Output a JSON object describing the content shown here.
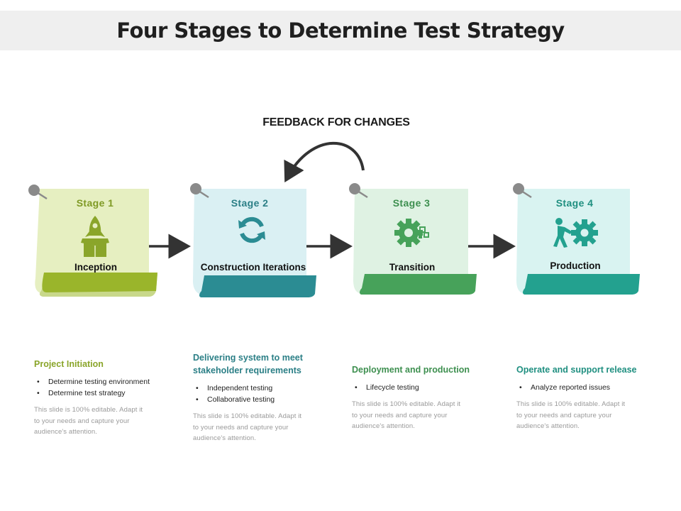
{
  "title": "Four Stages to Determine Test Strategy",
  "feedback_label": "FEEDBACK FOR CHANGES",
  "colors": {
    "title_bg": "#efefef",
    "arrow": "#333333",
    "pin": "#8a8a8a"
  },
  "stages": [
    {
      "label": "Stage 1",
      "name": "Inception",
      "icon": "rocket-box-icon",
      "card_color": "#e6efc1",
      "band_color": "#9ab52b",
      "label_color": "#7f9a25"
    },
    {
      "label": "Stage 2",
      "name": "Construction Iterations",
      "icon": "refresh-icon",
      "card_color": "#daf0f3",
      "band_color": "#2b8c93",
      "label_color": "#2b7f86"
    },
    {
      "label": "Stage 3",
      "name": "Transition",
      "icon": "gear-transition-icon",
      "card_color": "#dff2e3",
      "band_color": "#47a25a",
      "label_color": "#3d8f4f"
    },
    {
      "label": "Stage 4",
      "name": "Production",
      "icon": "person-pushing-gear-icon",
      "card_color": "#d9f3f1",
      "band_color": "#23a18f",
      "label_color": "#1f8f80"
    }
  ],
  "descriptions": [
    {
      "heading": "Project Initiation",
      "heading_color": "#8aa52a",
      "bullets": [
        "Determine testing environment",
        "Determine test strategy"
      ],
      "filler": "This slide is 100% editable. Adapt it to your needs and capture your audience's attention."
    },
    {
      "heading": "Delivering system to meet stakeholder requirements",
      "heading_color": "#2b7f86",
      "bullets": [
        "Independent testing",
        "Collaborative testing"
      ],
      "filler": "This slide is 100% editable. Adapt it to your needs and capture your audience's attention."
    },
    {
      "heading": "Deployment and production",
      "heading_color": "#3d8f4f",
      "bullets": [
        "Lifecycle testing"
      ],
      "filler": "This slide is 100% editable. Adapt it to your needs and capture your audience's attention."
    },
    {
      "heading": "Operate and support release",
      "heading_color": "#1f8f80",
      "bullets": [
        "Analyze reported issues"
      ],
      "filler": "This slide is 100% editable. Adapt it to your needs and capture your audience's attention."
    }
  ]
}
